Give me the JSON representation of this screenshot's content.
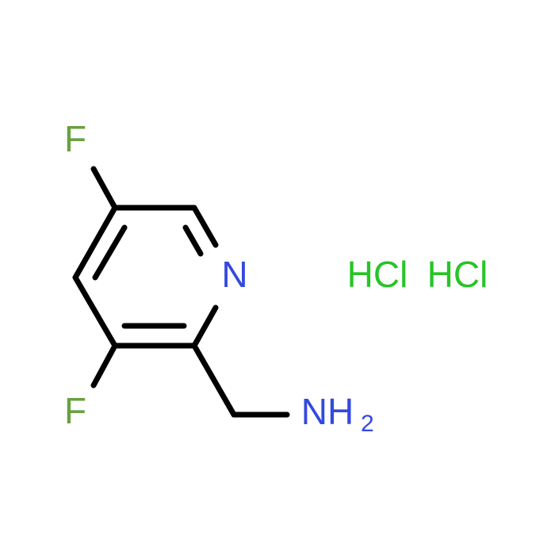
{
  "colors": {
    "bond": "#000000",
    "fluorine": "#6aa13f",
    "nitrogen": "#3349e0",
    "chlorine": "#27c427",
    "background": "#ffffff"
  },
  "atoms": {
    "fluorine_top": "F",
    "fluorine_bottom": "F",
    "ring_nitrogen": "N",
    "amine_n": "NH",
    "amine_sub": "2",
    "salt_1": "HCl",
    "salt_2": "HCl"
  }
}
